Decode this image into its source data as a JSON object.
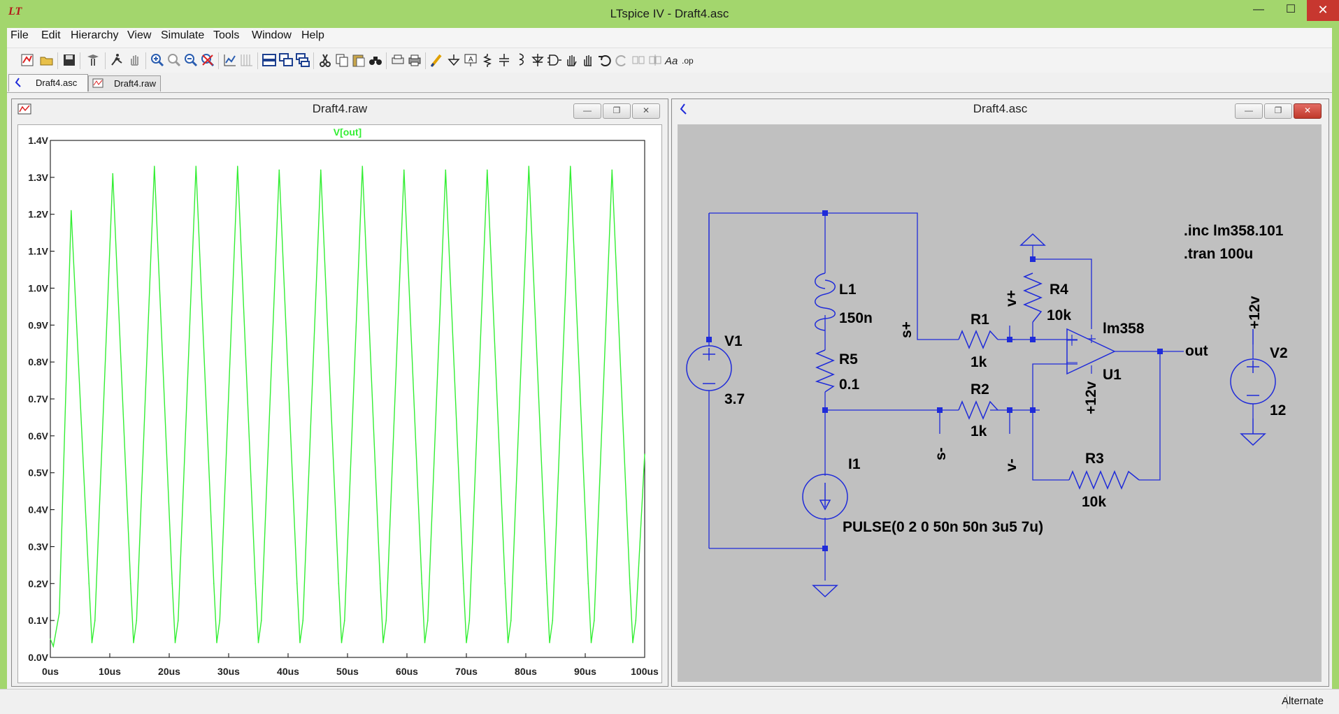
{
  "window": {
    "title": "LTspice IV - Draft4.asc",
    "logo": "LT",
    "minimize": "—",
    "maximize": "☐",
    "close": "✕"
  },
  "menu": [
    "File",
    "Edit",
    "Hierarchy",
    "View",
    "Simulate",
    "Tools",
    "Window",
    "Help"
  ],
  "toolbar_icons": [
    "new-schematic-icon",
    "open-icon",
    "save-icon",
    "control-panel-icon",
    "run-icon",
    "pan-icon",
    "zoom-in-icon",
    "zoom-full-icon",
    "zoom-out-icon",
    "zoom-cancel-icon",
    "autorange-icon",
    "waveform-grid-icon",
    "tile-horizontal-icon",
    "cascade-icon",
    "tile-vertical-icon",
    "cut-icon",
    "copy-icon",
    "paste-icon",
    "find-icon",
    "print-setup-icon",
    "print-icon",
    "wire-icon",
    "ground-icon",
    "label-net-icon",
    "resistor-icon",
    "capacitor-icon",
    "inductor-icon",
    "diode-icon",
    "component-icon",
    "move-icon",
    "drag-icon",
    "undo-icon",
    "redo-icon",
    "rotate-icon",
    "mirror-icon",
    "text-icon",
    "spice-directive-icon"
  ],
  "tabs": [
    {
      "label": "Draft4.asc",
      "active": true
    },
    {
      "label": "Draft4.raw",
      "active": false
    }
  ],
  "plot_window": {
    "title": "Draft4.raw",
    "trace_label": "V[out]"
  },
  "schematic_window": {
    "title": "Draft4.asc"
  },
  "schematic": {
    "directives": [
      ".inc lm358.101",
      ".tran 100u"
    ],
    "components": {
      "V1": {
        "name": "V1",
        "value": "3.7"
      },
      "V2": {
        "name": "V2",
        "value": "12"
      },
      "L1": {
        "name": "L1",
        "value": "150n"
      },
      "R5": {
        "name": "R5",
        "value": "0.1"
      },
      "R1": {
        "name": "R1",
        "value": "1k"
      },
      "R2": {
        "name": "R2",
        "value": "1k"
      },
      "R3": {
        "name": "R3",
        "value": "10k"
      },
      "R4": {
        "name": "R4",
        "value": "10k"
      },
      "U1": {
        "name": "U1",
        "value": "lm358"
      },
      "I1": {
        "name": "I1",
        "value": "PULSE(0 2 0 50n 50n 3u5 7u)"
      }
    },
    "net_labels": {
      "s_plus": "s+",
      "s_minus": "s-",
      "v_plus": "v+",
      "v_minus": "v-",
      "out": "out",
      "vcc_opamp": "+12v",
      "vcc_source": "+12v"
    },
    "colors": {
      "wire": "#1f2bd9",
      "background": "#c0c0c0",
      "text": "#000000"
    }
  },
  "chart_data": {
    "type": "line",
    "title": "V[out]",
    "xlabel": "",
    "ylabel": "",
    "xlim": [
      0,
      100
    ],
    "ylim": [
      0,
      1.4
    ],
    "x_unit": "us",
    "x_ticks": [
      "0us",
      "10us",
      "20us",
      "30us",
      "40us",
      "50us",
      "60us",
      "70us",
      "80us",
      "90us",
      "100us"
    ],
    "y_ticks": [
      "0.0V",
      "0.1V",
      "0.2V",
      "0.3V",
      "0.4V",
      "0.5V",
      "0.6V",
      "0.7V",
      "0.8V",
      "0.9V",
      "1.0V",
      "1.1V",
      "1.2V",
      "1.3V",
      "1.4V"
    ],
    "grid": false,
    "series": [
      {
        "name": "V[out]",
        "color": "#33ee33",
        "x": [
          0,
          0.5,
          1.5,
          3.5,
          6.5,
          7.0,
          7.5,
          10.5,
          13.5,
          14.0,
          14.5,
          17.5,
          20.5,
          21.0,
          21.5,
          24.5,
          27.5,
          28.0,
          28.5,
          31.5,
          34.5,
          35.0,
          35.5,
          38.5,
          41.5,
          42.0,
          42.5,
          45.5,
          48.5,
          49.0,
          49.5,
          52.5,
          55.5,
          56.0,
          56.5,
          59.5,
          62.5,
          63.0,
          63.5,
          66.5,
          69.5,
          70.0,
          70.5,
          73.5,
          76.5,
          77.0,
          77.5,
          80.5,
          83.5,
          84.0,
          84.5,
          87.5,
          90.5,
          91.0,
          91.5,
          94.5,
          97.5,
          98.0,
          98.5,
          100
        ],
        "values": [
          0.05,
          0.03,
          0.12,
          1.21,
          0.2,
          0.04,
          0.1,
          1.31,
          0.2,
          0.04,
          0.1,
          1.33,
          0.2,
          0.04,
          0.1,
          1.33,
          0.2,
          0.04,
          0.1,
          1.33,
          0.2,
          0.04,
          0.1,
          1.32,
          0.2,
          0.04,
          0.1,
          1.32,
          0.2,
          0.04,
          0.1,
          1.33,
          0.2,
          0.04,
          0.1,
          1.32,
          0.2,
          0.04,
          0.1,
          1.32,
          0.2,
          0.04,
          0.1,
          1.32,
          0.2,
          0.04,
          0.1,
          1.33,
          0.2,
          0.04,
          0.1,
          1.33,
          0.2,
          0.04,
          0.1,
          1.32,
          0.2,
          0.04,
          0.1,
          0.55
        ]
      }
    ]
  },
  "status": {
    "text": "Alternate"
  }
}
